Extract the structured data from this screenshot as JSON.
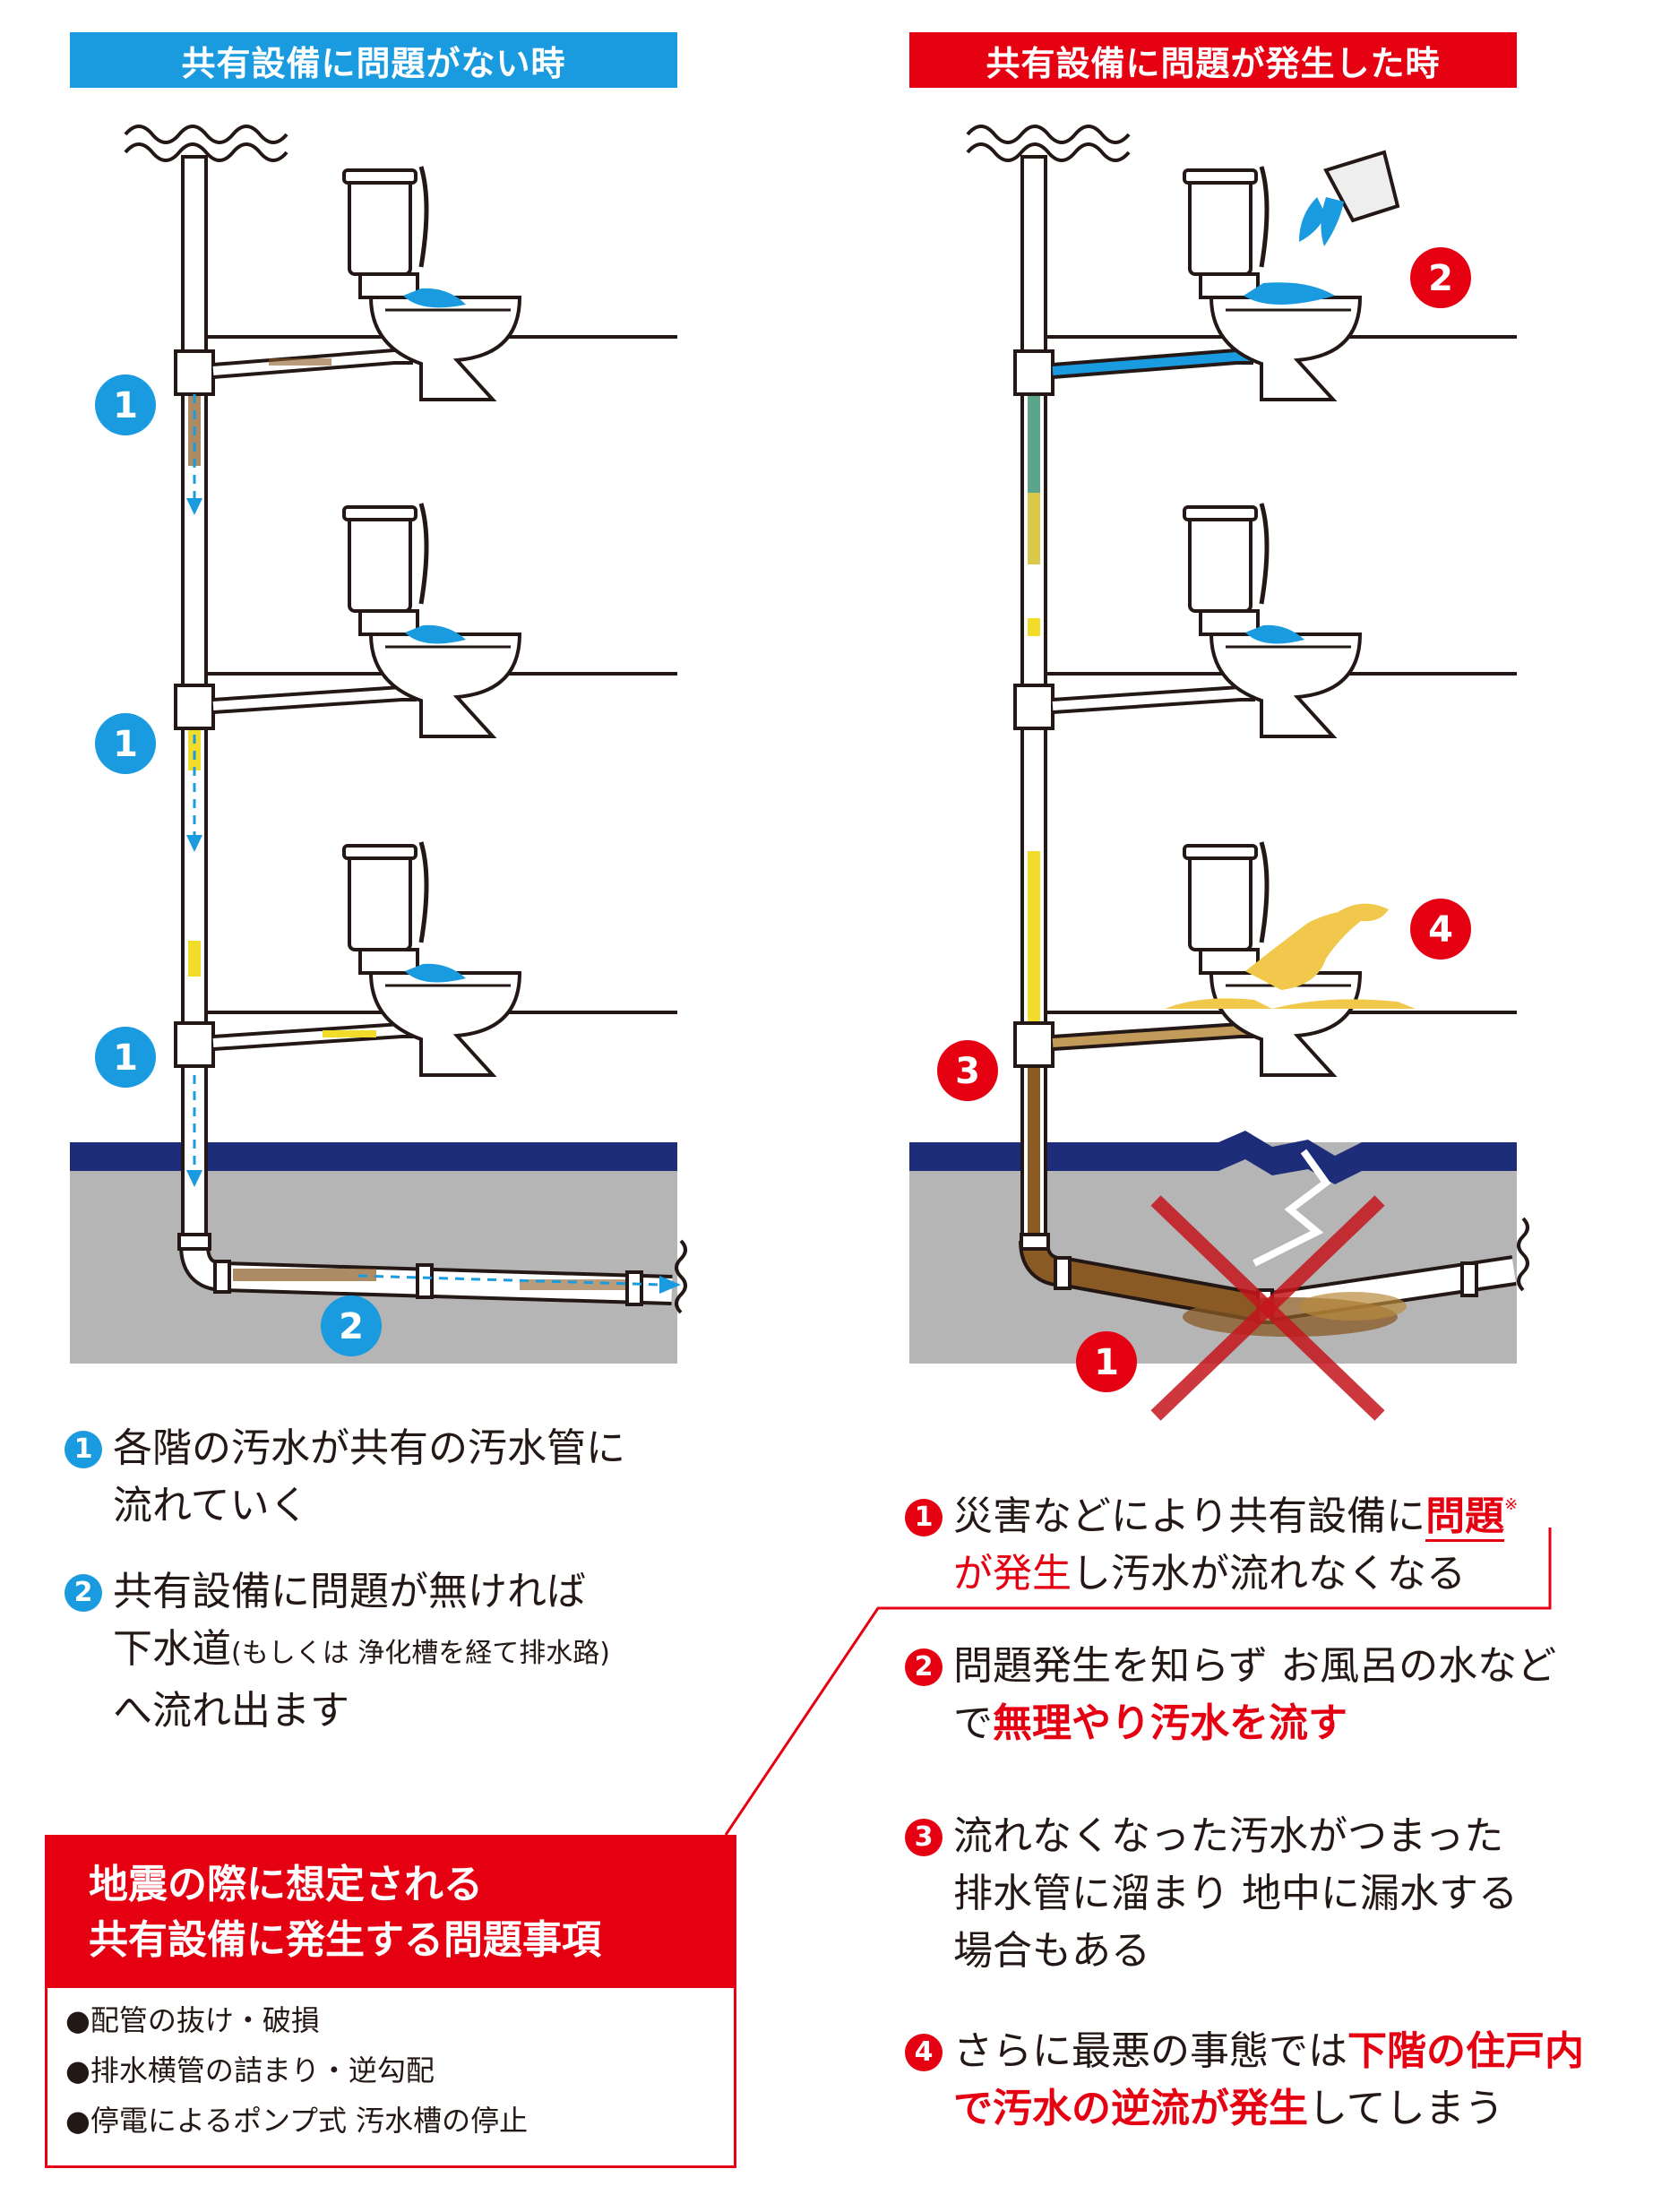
{
  "left_header": "共有設備に問題がない時",
  "right_header": "共有設備に問題が発生した時",
  "diagram_badges": {
    "left": [
      "1",
      "1",
      "1",
      "2"
    ],
    "right": [
      "2",
      "4",
      "3",
      "1"
    ]
  },
  "left_notes": [
    {
      "num": "1",
      "line1": "各階の汚水が共有の汚水管に",
      "line2": "流れていく"
    },
    {
      "num": "2",
      "line1": "共有設備に問題が無ければ",
      "line2_main": "下水道",
      "line2_small": "(もしくは 浄化槽を経て排水路)",
      "line3": "へ流れ出ます"
    }
  ],
  "right_notes": [
    {
      "num": "1",
      "line1_a": "災害などにより共有設備に",
      "line1_b": "問題",
      "line1_sup": "※",
      "line2_a": "が発生",
      "line2_b": "し汚水が流れなくなる"
    },
    {
      "num": "2",
      "line1": "問題発生を知らず お風呂の水など",
      "line2_a": "で",
      "line2_b": "無理やり汚水を流す"
    },
    {
      "num": "3",
      "line1": "流れなくなった汚水がつまった",
      "line2": "排水管に溜まり 地中に漏水する",
      "line3": "場合もある"
    },
    {
      "num": "4",
      "line1_a": "さらに最悪の事態では",
      "line1_b": "下階の住戸内",
      "line2_a": "で汚水の逆流が発生",
      "line2_b": "してしまう"
    }
  ],
  "box": {
    "title_line1": "地震の際に想定される",
    "title_line2": "共有設備に発生する問題事項",
    "items": [
      "●配管の抜け・破損",
      "●排水横管の詰まり・逆勾配",
      "●停電によるポンプ式 汚水槽の停止"
    ]
  },
  "colors": {
    "blue": "#1a9be0",
    "red": "#e50012",
    "ground": "#b5b5b6",
    "ground_top": "#1d2d7a",
    "sewage": "#8a5a24",
    "yellow": "#f1dc2c"
  }
}
